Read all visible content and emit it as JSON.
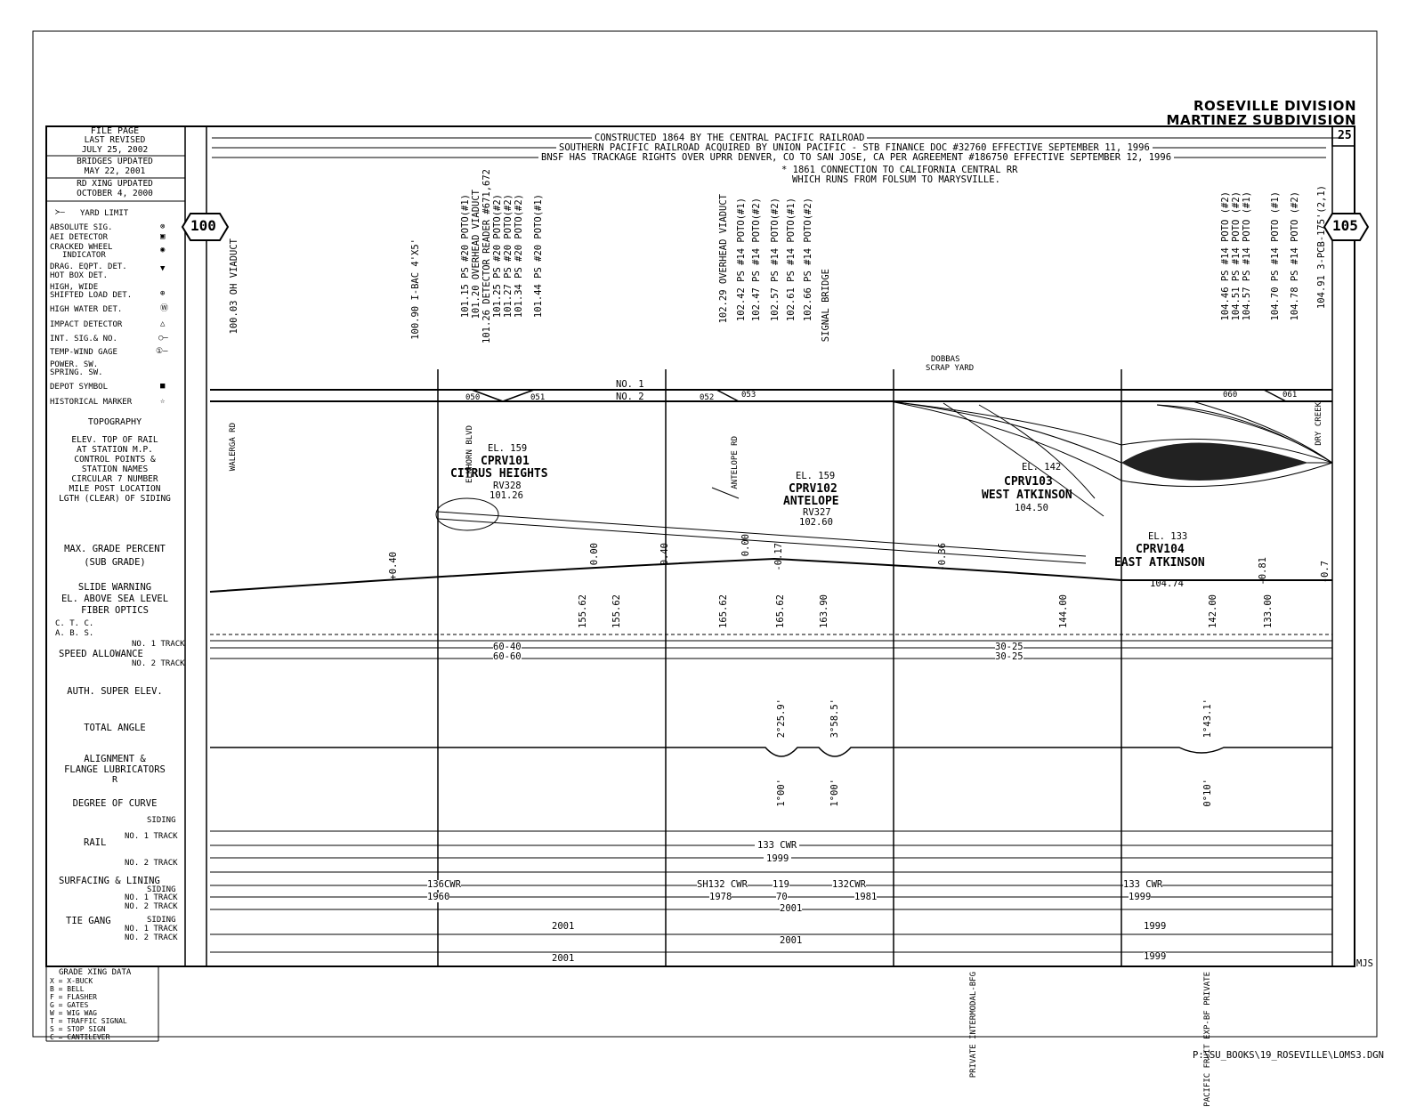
{
  "header": {
    "division": "ROSEVILLE DIVISION",
    "subdivision": "MARTINEZ SUBDIVISION",
    "page_number": "25"
  },
  "file_info": {
    "file_page": "FILE PAGE",
    "last_revised": "LAST REVISED",
    "last_revised_date": "JULY 25, 2002",
    "bridges_updated": "BRIDGES UPDATED",
    "bridges_date": "MAY 22, 2001",
    "rd_xing": "RD XING UPDATED",
    "rd_xing_date": "OCTOBER 4, 2000"
  },
  "legend": {
    "yard_limit": "YARD LIMIT",
    "absolute_sig": "ABSOLUTE SIG.",
    "aei_detector": "AEI DETECTOR",
    "cracked_wheel": "CRACKED WHEEL",
    "indicator": "INDICATOR",
    "drag_eqpt": "DRAG. EQPT. DET.",
    "hot_box": "HOT BOX DET.",
    "high_wide": "HIGH, WIDE",
    "shifted_load": "SHIFTED LOAD DET.",
    "high_water": "HIGH WATER DET.",
    "impact": "IMPACT DETECTOR",
    "int_sig": "INT. SIG.& NO.",
    "temp_wind": "TEMP-WIND GAGE",
    "power_sw": "POWER. SW.",
    "spring_sw": "SPRING. SW.",
    "depot": "DEPOT SYMBOL",
    "historical": "HISTORICAL MARKER",
    "topography": "TOPOGRAPHY",
    "topo_lines": [
      "ELEV. TOP OF RAIL",
      "AT STATION M.P.",
      "CONTROL POINTS &",
      "STATION NAMES",
      "CIRCULAR 7 NUMBER",
      "MILE POST LOCATION",
      "LGTH (CLEAR) OF SIDING"
    ],
    "max_grade": "MAX. GRADE PERCENT",
    "sub_grade": "(SUB GRADE)",
    "slide_warning": "SLIDE WARNING",
    "elev_sea": "EL. ABOVE SEA LEVEL",
    "fiber": "FIBER OPTICS",
    "ctc": "C. T. C.",
    "abs": "A. B. S.",
    "no1_track": "NO. 1 TRACK",
    "speed_allowance": "SPEED ALLOWANCE",
    "no2_track": "NO. 2 TRACK",
    "auth_super": "AUTH. SUPER ELEV.",
    "total_angle": "TOTAL ANGLE",
    "alignment": "ALIGNMENT &",
    "flange": "FLANGE LUBRICATORS",
    "r": "R",
    "degree_curve": "DEGREE OF CURVE",
    "siding": "SIDING",
    "rail": "RAIL",
    "surfacing": "SURFACING & LINING",
    "tie_gang": "TIE GANG",
    "grade_xing": "GRADE XING DATA",
    "xing_codes": [
      "X = X-BUCK",
      "B = BELL",
      "F = FLASHER",
      "G = GATES",
      "W = WIG WAG",
      "T = TRAFFIC SIGNAL",
      "S = STOP SIGN",
      "C = CANTILEVER"
    ]
  },
  "history": {
    "line1": "CONSTRUCTED 1864 BY THE CENTRAL PACIFIC RAILROAD",
    "line2": "SOUTHERN PACIFIC RAILROAD ACQUIRED BY UNION PACIFIC - STB FINANCE DOC #32760 EFFECTIVE SEPTEMBER 11, 1996",
    "line3": "BNSF HAS TRACKAGE RIGHTS OVER UPRR DENVER, CO TO SAN JOSE, CA PER AGREEMENT #186750 EFFECTIVE SEPTEMBER 12, 1996",
    "note1": "* 1861 CONNECTION TO CALIFORNIA CENTRAL RR",
    "note2": "WHICH RUNS FROM FOLSUM TO MARYSVILLE."
  },
  "mileposts": {
    "start": "100",
    "end": "105"
  },
  "vertical_labels": [
    {
      "text": "100.03  OH VIADUCT"
    },
    {
      "text": "100.90  I-BAC 4'X5'"
    },
    {
      "text": "101.15  PS #20 POTO(#1)"
    },
    {
      "text": "101.20  OVERHEAD VIADUCT"
    },
    {
      "text": "101.26  DETECTOR READER #671,672"
    },
    {
      "text": "101.25  PS #20 POTO(#2)"
    },
    {
      "text": "101.27  PS #20 POTO(#2)"
    },
    {
      "text": "101.34  PS #20 POTO(#2)"
    },
    {
      "text": "101.44  PS #20 POTO(#1)"
    },
    {
      "text": "102.29  OVERHEAD VIADUCT"
    },
    {
      "text": "102.42  PS #14 POTO(#1)"
    },
    {
      "text": "102.47  PS #14 POTO(#2)"
    },
    {
      "text": "102.57  PS #14 POTO(#2)"
    },
    {
      "text": "102.61  PS #14 POTO(#1)"
    },
    {
      "text": "102.66  PS #14 POTO(#2)"
    },
    {
      "text": "SIGNAL BRIDGE"
    },
    {
      "text": "104.46  PS #14 POTO (#2)"
    },
    {
      "text": "104.51  PS #14 POTO (#2)"
    },
    {
      "text": "104.57  PS #14 POTO (#1)"
    },
    {
      "text": "104.70  PS #14 POTO (#1)"
    },
    {
      "text": "104.78  PS #14 POTO (#2)"
    },
    {
      "text": "104.91  3-PCB-175'(2,1)"
    }
  ],
  "track": {
    "no1": "NO. 1",
    "no2": "NO. 2",
    "switches": [
      "050",
      "051",
      "052",
      "053",
      "060",
      "061"
    ],
    "dobbas": "DOBBAS",
    "scrap_yard": "SCRAP YARD",
    "roads": [
      "WALERGA RD",
      "ELKHORN BLVD",
      "ANTELOPE RD",
      "DRY CREEK"
    ]
  },
  "stations": [
    {
      "elev": "EL. 159",
      "cp": "CPRV101",
      "name": "CITRUS HEIGHTS",
      "circ": "RV328",
      "mp": "101.26"
    },
    {
      "elev": "EL. 159",
      "cp": "CPRV102",
      "name": "ANTELOPE",
      "circ": "RV327",
      "mp": "102.60"
    },
    {
      "elev": "EL. 142",
      "cp": "CPRV103",
      "name": "WEST ATKINSON",
      "circ": "",
      "mp": "104.50"
    },
    {
      "elev": "EL. 133",
      "cp": "CPRV104",
      "name": "EAST ATKINSON",
      "circ": "",
      "mp": "104.74"
    }
  ],
  "grades": [
    "+0.40",
    "0.00",
    "0.40",
    "0.00",
    "-0.17",
    "-0.36",
    "-0.81",
    "-0.7"
  ],
  "elevations": [
    "155.62",
    "155.62",
    "165.62",
    "165.62",
    "163.90",
    "144.00",
    "142.00",
    "133.00"
  ],
  "speed": {
    "no1_a": "60-40",
    "no2_a": "60-60",
    "no1_b": "30-25",
    "no2_b": "30-25"
  },
  "curves": {
    "angle1": "2°25.9'",
    "angle2": "3°58.5'",
    "angle3": "1°43.1'",
    "deg1": "1°00'",
    "deg2": "1°00'",
    "deg3": "0°10'"
  },
  "rail": {
    "cwr": "133 CWR",
    "year": "1999"
  },
  "surfacing": {
    "seg1": "136CWR",
    "seg2": "SH132 CWR",
    "seg3": "119",
    "seg4": "132CWR",
    "seg5": "133 CWR",
    "y1": "1960",
    "y2": "1978",
    "y3": "70",
    "y4": "1981",
    "y5": "1999",
    "y6": "2001",
    "y7": "2001",
    "y8": "1999"
  },
  "tie": {
    "y1": "2001",
    "y2": "2001",
    "y3": "1999"
  },
  "crossings": [
    {
      "text": "PRIVATE INTERMODAL-BFG"
    },
    {
      "text": "PACIFIC FRUIT EXP-BF PRIVATE"
    }
  ],
  "footer": {
    "initials": "MJS",
    "path": "P:\\SU_BOOKS\\19_ROSEVILLE\\LOMS3.DGN"
  }
}
